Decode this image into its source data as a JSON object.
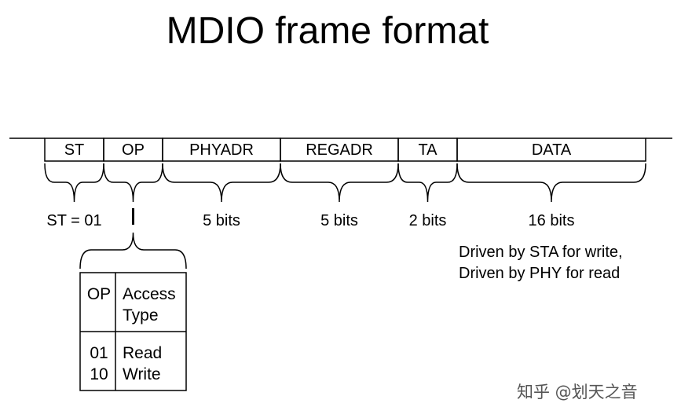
{
  "title": "MDIO frame format",
  "fields": [
    {
      "label": "ST",
      "bits_label": "ST = 01"
    },
    {
      "label": "OP",
      "bits_label": ""
    },
    {
      "label": "PHYADR",
      "bits_label": "5 bits"
    },
    {
      "label": "REGADR",
      "bits_label": "5 bits"
    },
    {
      "label": "TA",
      "bits_label": "2 bits"
    },
    {
      "label": "DATA",
      "bits_label": "16 bits"
    }
  ],
  "data_note": [
    "Driven by STA for write,",
    "Driven by PHY for read"
  ],
  "op_table": {
    "header": {
      "col1": "OP",
      "col2_lines": [
        "Access",
        "Type"
      ]
    },
    "codes": [
      "01",
      "10"
    ],
    "access_types": [
      "Read",
      "Write"
    ]
  },
  "watermark": "知乎 @划天之音"
}
